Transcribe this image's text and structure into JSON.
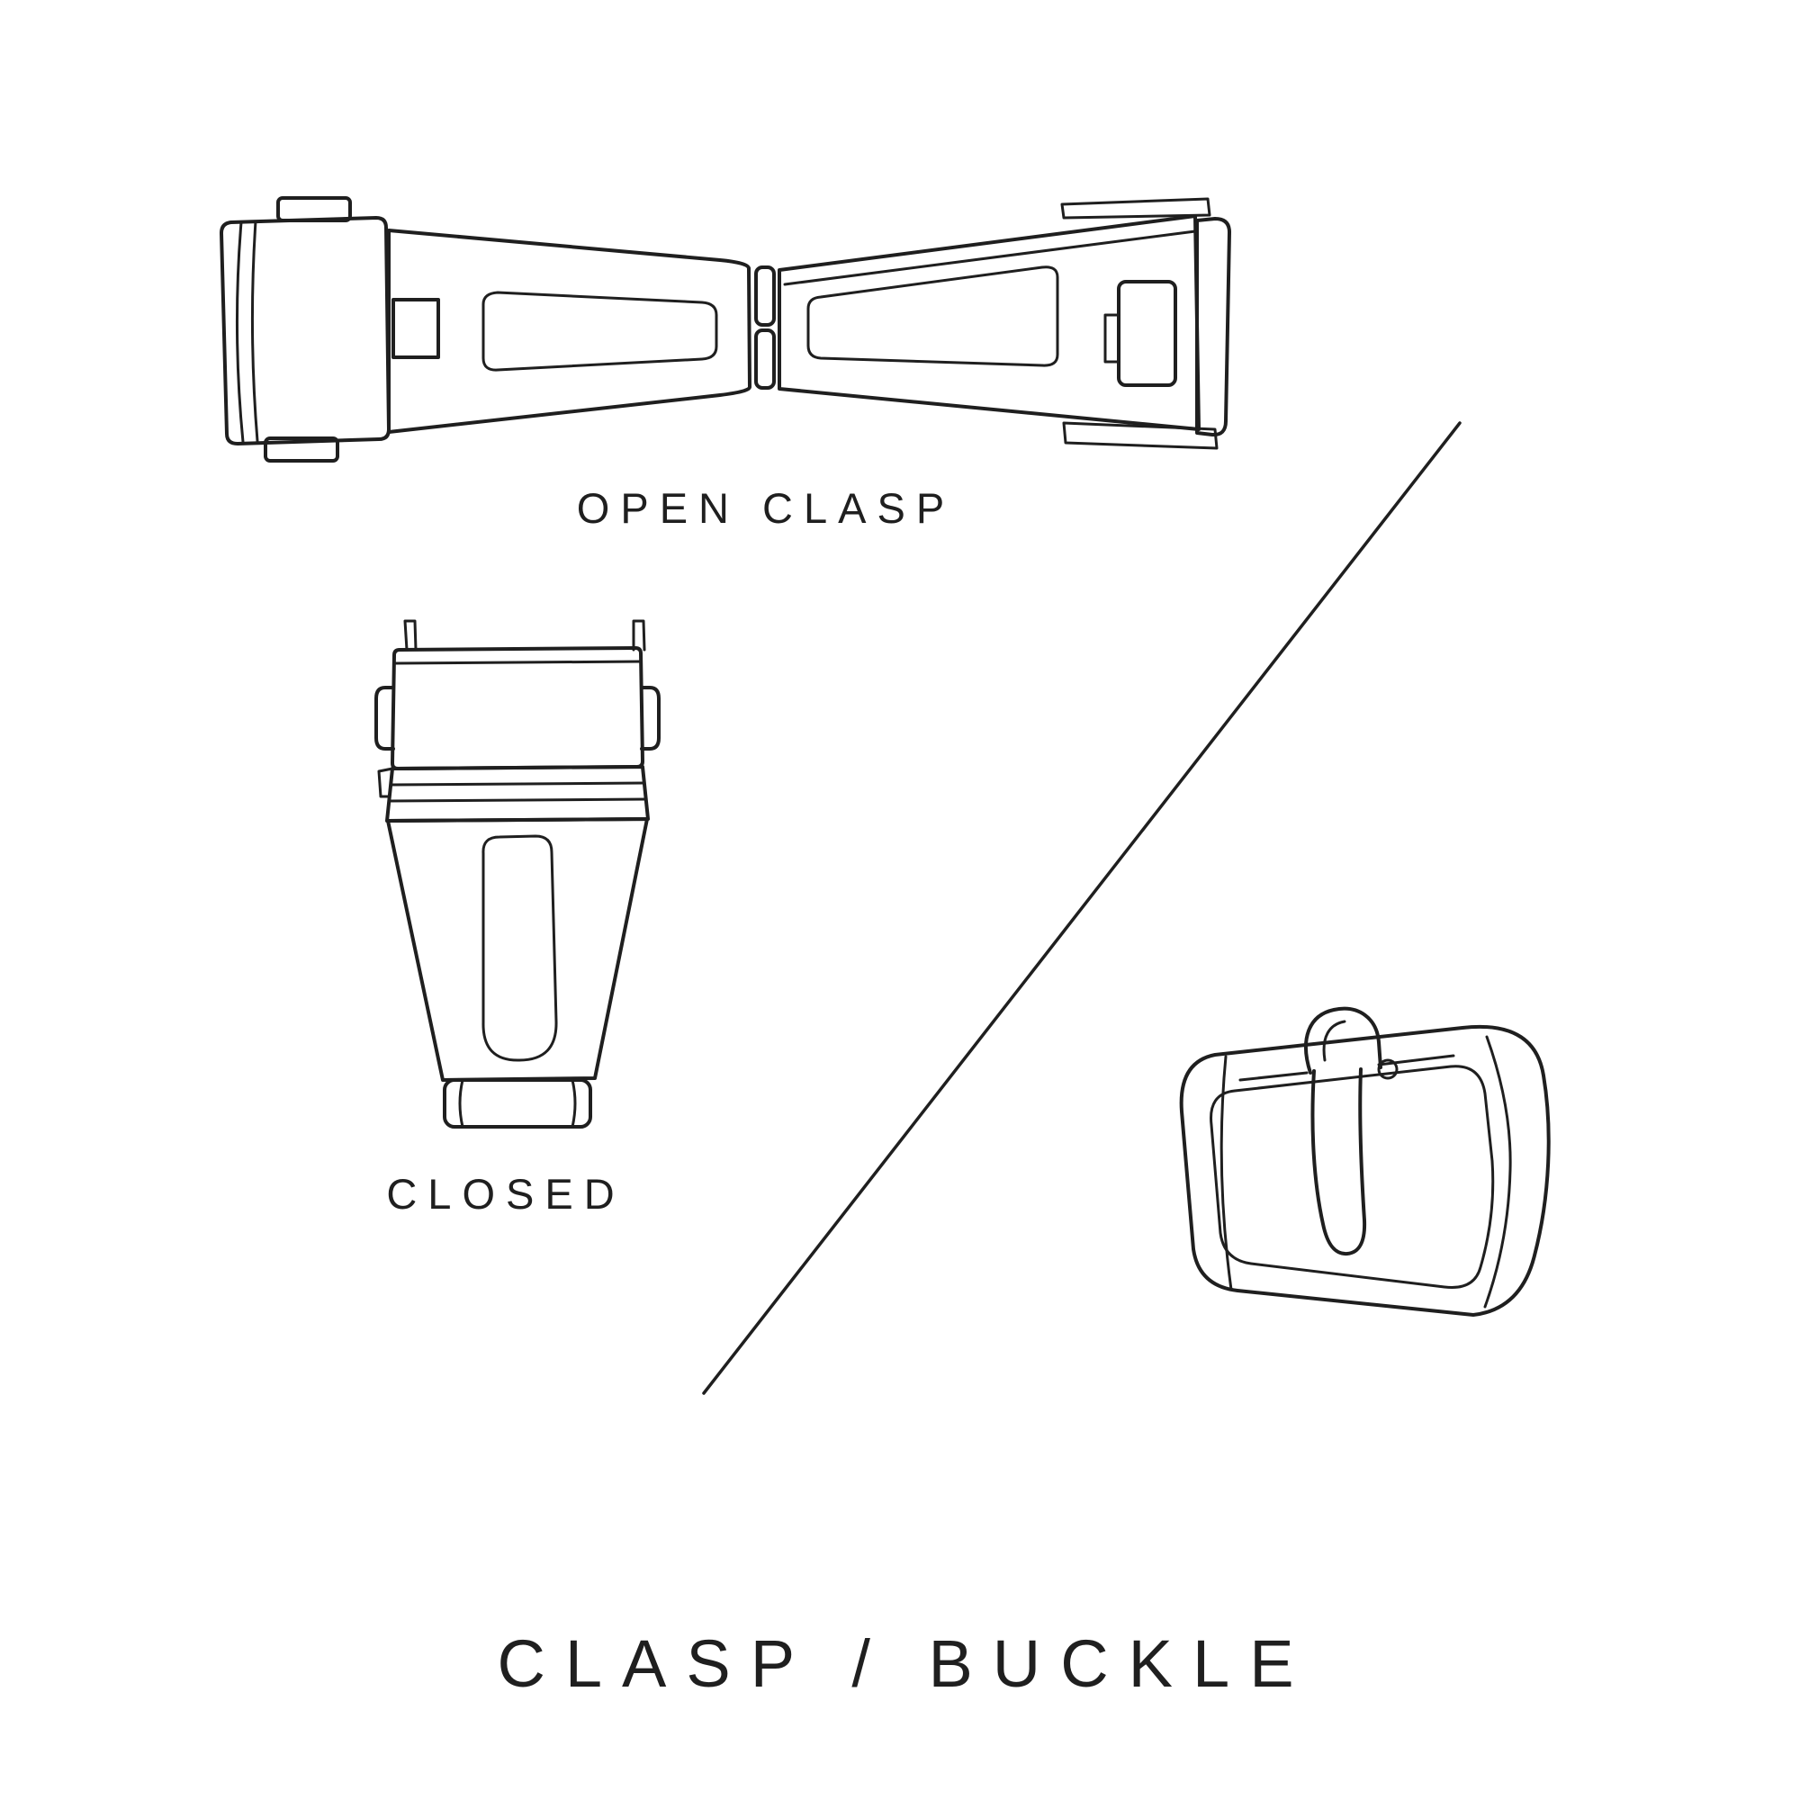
{
  "title": "CLASP / BUCKLE",
  "labels": {
    "open_clasp": "OPEN CLASP",
    "closed": "CLOSED"
  },
  "colors": {
    "ink": "#1f1f1f",
    "background": "#ffffff"
  }
}
